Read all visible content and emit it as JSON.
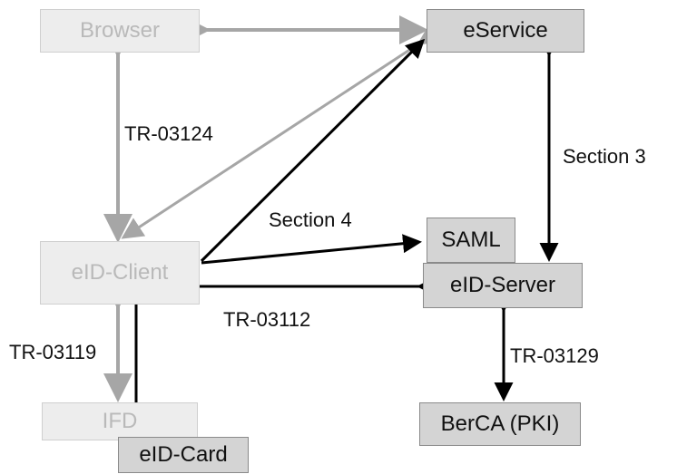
{
  "nodes": {
    "browser": "Browser",
    "eservice": "eService",
    "eid_client": "eID-Client",
    "saml": "SAML",
    "eid_server": "eID-Server",
    "ifd": "IFD",
    "eid_card": "eID-Card",
    "berca": "BerCA (PKI)"
  },
  "links": {
    "tr_03124": "TR-03124",
    "section_4": "Section 4",
    "section_3": "Section 3",
    "tr_03112": "TR-03112",
    "tr_03119": "TR-03119",
    "tr_03129": "TR-03129"
  },
  "colors": {
    "faded_box": "#ededed",
    "faded_text": "#b9b9b9",
    "solid_box": "#d4d4d4",
    "gray_arrow": "#a6a6a6",
    "black_arrow": "#000000"
  }
}
